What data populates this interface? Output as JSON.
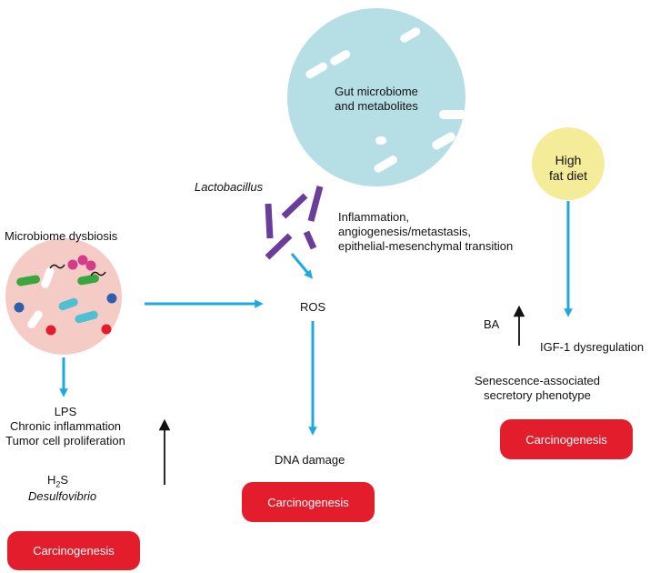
{
  "gut_circle": {
    "label_line1": "Gut microbiome",
    "label_line2": "and metabolites"
  },
  "high_fat": {
    "line1": "High",
    "line2": "fat diet"
  },
  "lactobacillus": "Lactobacillus",
  "inflammation": {
    "line1": "Inflammation,",
    "line2": "angiogenesis/metastasis,",
    "line3": "epithelial-mesenchymal transition"
  },
  "dysbiosis_title": "Microbiome dysbiosis",
  "ros": "ROS",
  "dna_damage": "DNA damage",
  "lps_block": {
    "line1": "LPS",
    "line2": "Chronic inflammation",
    "line3": "Tumor cell proliferation"
  },
  "h2s": {
    "base": "H",
    "sub": "2",
    "tail": "S"
  },
  "desulfovibrio": "Desulfovibrio",
  "ba": "BA",
  "igf": "IGF-1 dysregulation",
  "senescence": {
    "line1": "Senescence-associated",
    "line2": "secretory phenotype"
  },
  "carcinogenesis": {
    "left": "Carcinogenesis",
    "middle": "Carcinogenesis",
    "right": "Carcinogenesis"
  },
  "colors": {
    "arrow_blue": "#1ea9e1",
    "gut_circle": "#b5dfe5",
    "fat_circle": "#f5ec9a",
    "dysbiosis_circle": "#f5cbc5",
    "purple": "#6a3d9a",
    "carcinogenesis": "#e31d2b",
    "black_arrow": "#111111"
  }
}
